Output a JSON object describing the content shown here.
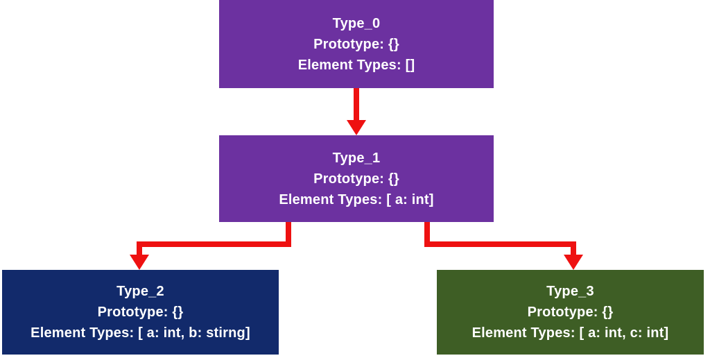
{
  "diagram": {
    "description": "Type hierarchy diagram with prototype and element types",
    "colors": {
      "arrow": "#ee1111",
      "purple": "#6c31a0",
      "navy": "#122a6b",
      "green": "#3e5e25",
      "text": "#ffffff"
    },
    "nodes": {
      "type0": {
        "title": "Type_0",
        "prototype": "Prototype: {}",
        "elements": "Element Types: []"
      },
      "type1": {
        "title": "Type_1",
        "prototype": "Prototype: {}",
        "elements": "Element Types: [ a: int]"
      },
      "type2": {
        "title": "Type_2",
        "prototype": "Prototype: {}",
        "elements": "Element Types: [ a: int, b: stirng]"
      },
      "type3": {
        "title": "Type_3",
        "prototype": "Prototype: {}",
        "elements": "Element Types: [ a: int, c: int]"
      }
    },
    "edges": [
      {
        "from": "Type_0",
        "to": "Type_1"
      },
      {
        "from": "Type_1",
        "to": "Type_2"
      },
      {
        "from": "Type_1",
        "to": "Type_3"
      }
    ]
  }
}
